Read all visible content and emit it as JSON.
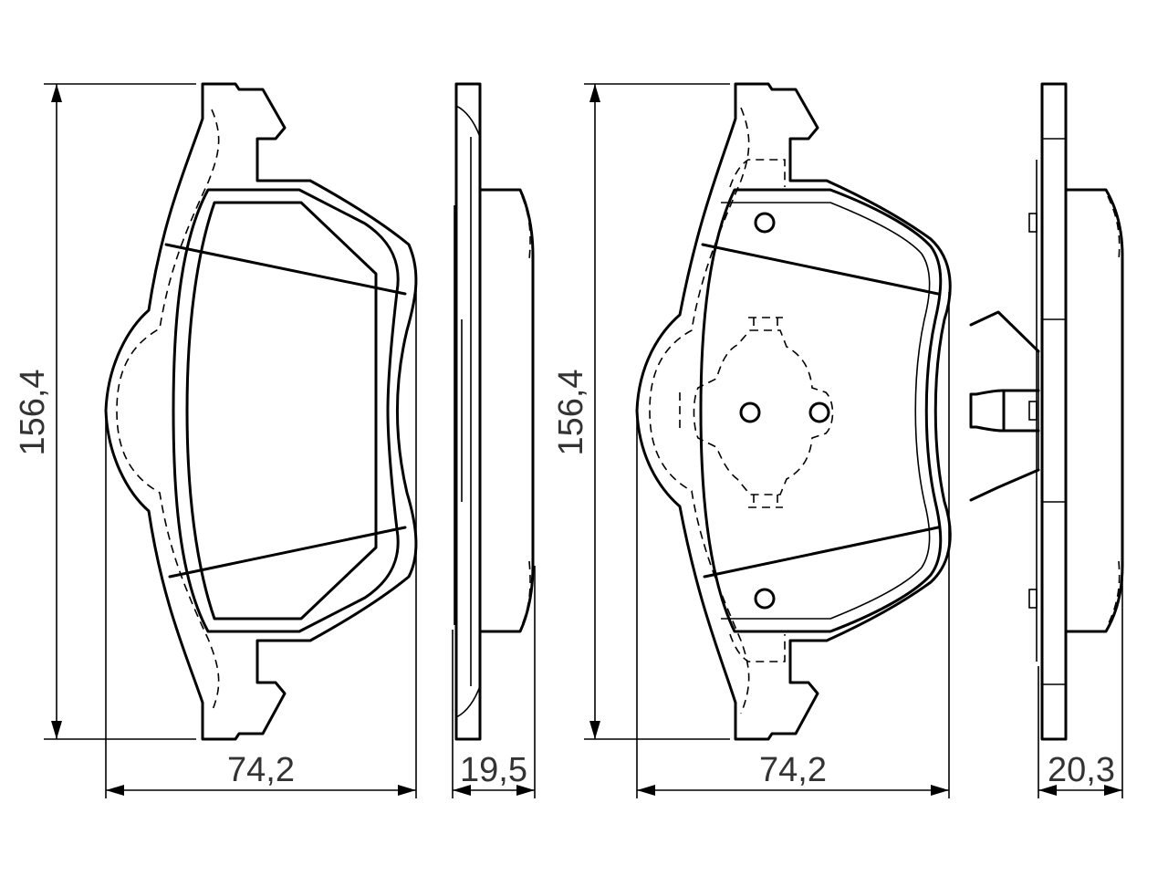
{
  "views": [
    {
      "id": "pad-a-front",
      "height_label": "156,4",
      "width_label": "74,2"
    },
    {
      "id": "pad-a-side",
      "thickness_label": "19,5"
    },
    {
      "id": "pad-b-front",
      "height_label": "156,4",
      "width_label": "74,2"
    },
    {
      "id": "pad-b-side",
      "thickness_label": "20,3"
    }
  ],
  "colors": {
    "line": "#000000",
    "text": "#333333",
    "background": "#ffffff"
  }
}
